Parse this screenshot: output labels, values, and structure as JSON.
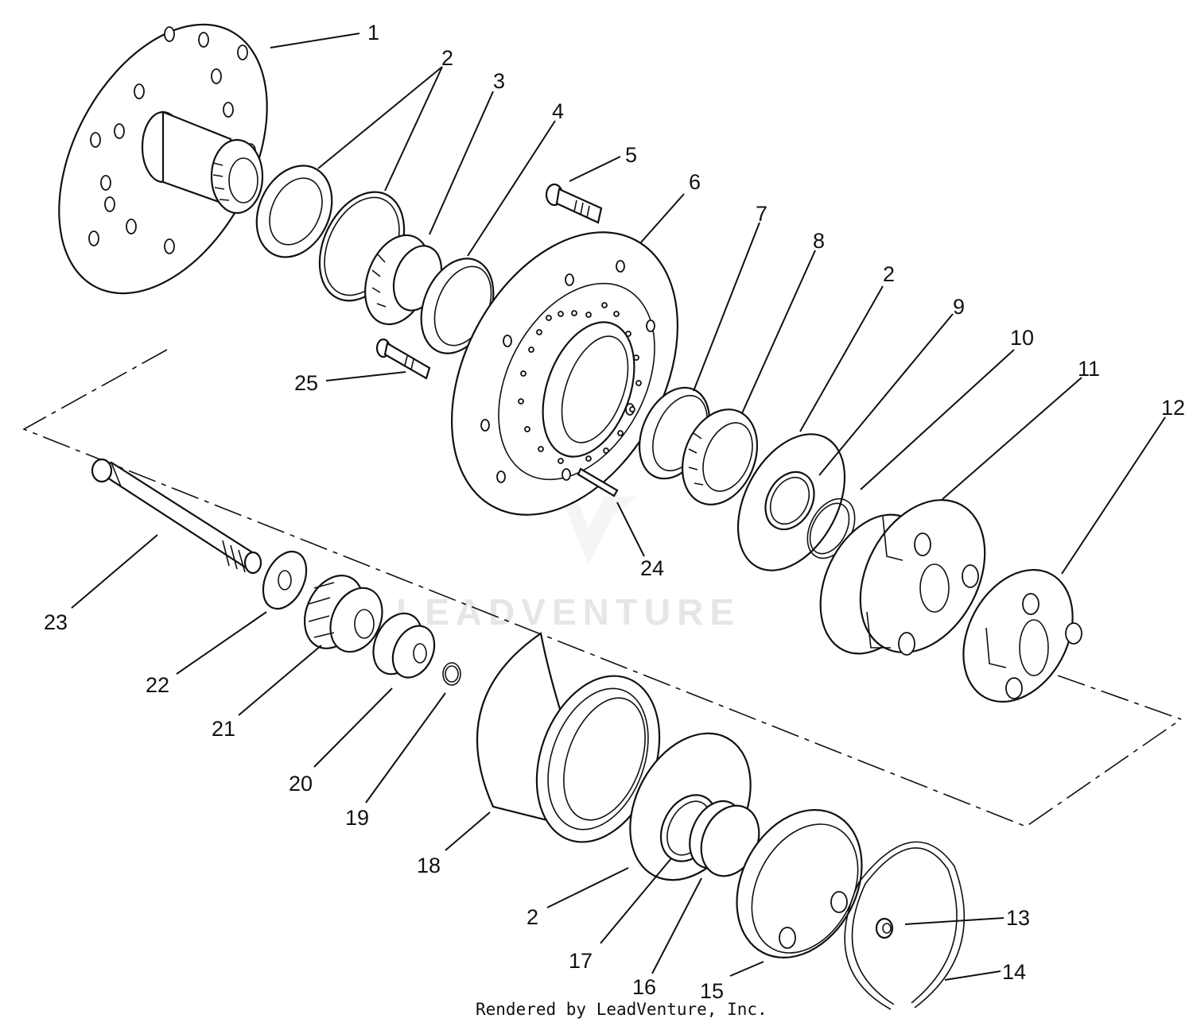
{
  "watermark": "LEADVENTURE",
  "credit": "Rendered by LeadVenture, Inc.",
  "callouts": [
    "1",
    "2",
    "3",
    "4",
    "5",
    "6",
    "7",
    "8",
    "2",
    "9",
    "10",
    "11",
    "12",
    "13",
    "14",
    "15",
    "16",
    "17",
    "2",
    "18",
    "19",
    "20",
    "21",
    "22",
    "23",
    "24",
    "25"
  ]
}
